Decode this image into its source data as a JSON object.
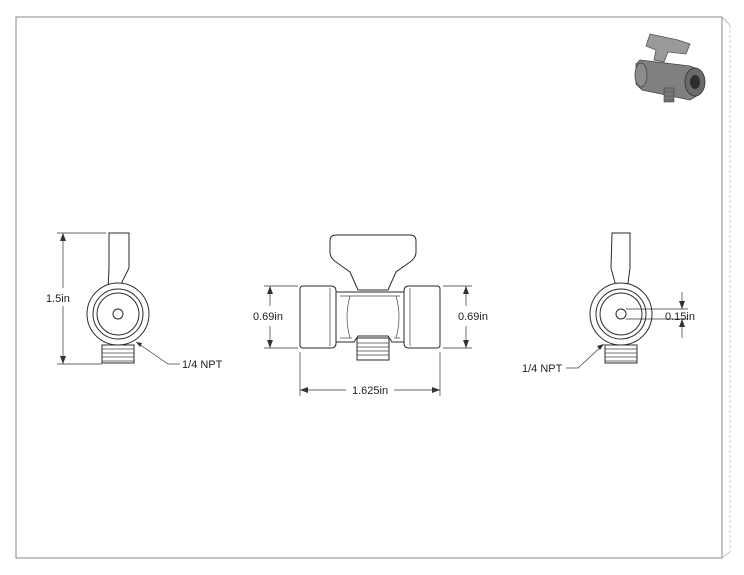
{
  "drawing": {
    "side_left": {
      "height_label": "1.5in",
      "thread_label": "1/4 NPT"
    },
    "front": {
      "left_port_label": "0.69in",
      "right_port_label": "0.69in",
      "length_label": "1.625in"
    },
    "side_right": {
      "bore_label": "0.15in",
      "thread_label": "1/4 NPT"
    },
    "isometric": {
      "icon": "ball-valve-isometric-icon"
    },
    "colors": {
      "line": "#2a2a2a",
      "border": "#8a8a8a",
      "iso_body": "#7d7d7d",
      "iso_handle": "#9a9a9a"
    }
  }
}
